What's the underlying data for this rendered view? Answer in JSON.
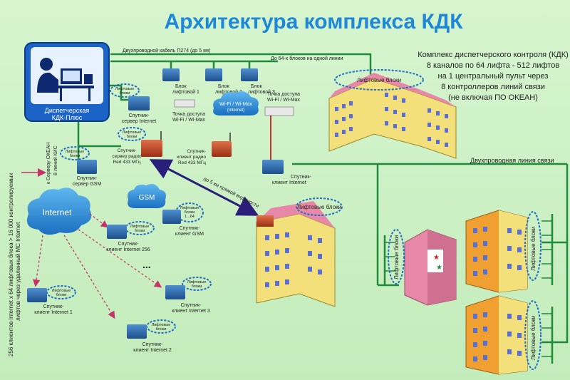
{
  "title": "Архитектура комплекса КДК",
  "info_block": [
    "Комплекс диспетчерского контроля (КДК)",
    "8 каналов по 64 лифта - 512 лифтов",
    "на 1 центральный пульт через",
    "8 контроллеров линий связи",
    "(не включая ПО ОКЕАН)"
  ],
  "cable_labels": {
    "top_cable": "Двухпроводной кабель П274 (до 5 км)",
    "up_to_64": "До 64-х блоков на одной линии",
    "two_wire_line": "Двухпроводная линия связи",
    "radio_range": "до 5 км прямой видимости",
    "to_ocean_server": "к Серверу ОКЕАН",
    "kis_lines": "8 линий КИС"
  },
  "vertical_note": [
    "256 клиентов Internet x 64 лифтовых блока > 16 000 контролируемых",
    "лифтов через удаленный МС Internet"
  ],
  "dispatcher": {
    "line1": "Диспетчерская",
    "line2": "КДК-Плюс"
  },
  "lift_blocks_top": [
    {
      "line1": "Блок",
      "line2": "лифтовой 1"
    },
    {
      "line1": "Блок",
      "line2": "лифтовой 2"
    },
    {
      "line1": "Блок",
      "line2": "лифтовой 3"
    }
  ],
  "devices": {
    "server_internet": {
      "line1": "Спутник-",
      "line2": "сервер Internet"
    },
    "wifi_ap_1": {
      "line1": "Точка доступа",
      "line2": "Wi-Fi / Wi-Max"
    },
    "wifi_ap_2": {
      "line1": "Точка доступа",
      "line2": "Wi-Fi / Wi-Max"
    },
    "wifi_cloud": {
      "line1": "Wi-Fi / Wi-Max",
      "line2": "(Internet)"
    },
    "server_radio": {
      "line1": "Спутник-",
      "line2": "сервер радио",
      "line3": "Red 433 МГц"
    },
    "client_radio": {
      "line1": "Спутник-",
      "line2": "клиент радио",
      "line3": "Red 433 МГц"
    },
    "client_internet_right": {
      "line1": "Спутник-",
      "line2": "клиент Internet"
    },
    "server_gsm": {
      "line1": "Спутник-",
      "line2": "сервер GSM"
    },
    "client_gsm": {
      "line1": "Спутник-",
      "line2": "клиент GSM"
    },
    "client_256": {
      "line1": "Спутник-",
      "line2": "клиент Internet 256"
    },
    "client_1": {
      "line1": "Спутник-",
      "line2": "клиент Internet 1"
    },
    "client_2": {
      "line1": "Спутник-",
      "line2": "клиент Internet 2"
    },
    "client_3": {
      "line1": "Спутник-",
      "line2": "клиент Internet 3"
    }
  },
  "gsm_label": "GSM",
  "internet_label": "Internet",
  "lift_blocks_word": "Лифтовые блоки",
  "lift_blocks_small": {
    "line1": "Лифтовые",
    "line2": "блоки"
  },
  "lift_blocks_range": {
    "line1": "Лифтовые",
    "line2": "блоки",
    "line3": "1...64"
  },
  "ellipsis": "...",
  "colors": {
    "background": "#c8f0c0",
    "title": "#1e88d8",
    "line_green": "#1f8c3a",
    "cable_blue": "#1c6cc8",
    "radio_arrow": "#2a1e7a",
    "internet_dashed": "#c8306a",
    "cloud": "#2b8fd8",
    "building_yellow": "#f4e07a",
    "building_orange": "#f0a030",
    "building_pink": "#e888a8"
  }
}
